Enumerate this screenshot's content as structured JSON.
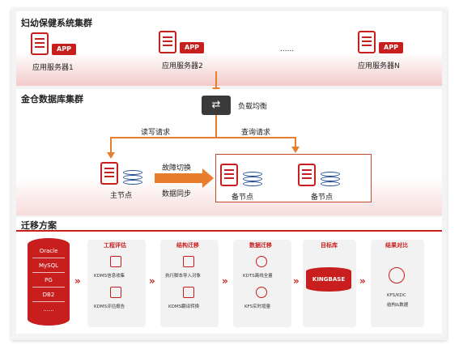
{
  "sections": {
    "cluster1_title": "妇幼保健系统集群",
    "cluster2_title": "金仓数据库集群",
    "migration_title": "迁移方案"
  },
  "app_servers": [
    {
      "app_label": "APP",
      "name": "应用服务器1"
    },
    {
      "app_label": "APP",
      "name": "应用服务器2"
    },
    {
      "app_label": "APP",
      "name": "应用服务器N"
    }
  ],
  "ellipsis": "......",
  "load_balancer": {
    "label": "负载均衡"
  },
  "edges": {
    "read_write": "读写请求",
    "query": "查询请求",
    "failover": "故障切换",
    "sync": "数据同步"
  },
  "nodes": {
    "primary": "主节点",
    "backup1": "备节点",
    "backup2": "备节点"
  },
  "migration": {
    "sources": [
      "Oracle",
      "MySQL",
      "PG",
      "DB2",
      "......"
    ],
    "chevron": "»",
    "columns": [
      {
        "head": "工程评估",
        "items": [
          "KDMS信息收集",
          "KDMS评估报告"
        ]
      },
      {
        "head": "结构迁移",
        "items": [
          "执行脚本导入对象",
          "KDMS翻译转换"
        ]
      },
      {
        "head": "数据迁移",
        "items": [
          "KDTS离线全量",
          "KFS实时增量"
        ]
      },
      {
        "head": "目标库",
        "items": [
          "KINGBASE"
        ]
      },
      {
        "head": "结果对比",
        "items": [
          "KFS/KDC",
          "结构&数据"
        ]
      }
    ]
  }
}
